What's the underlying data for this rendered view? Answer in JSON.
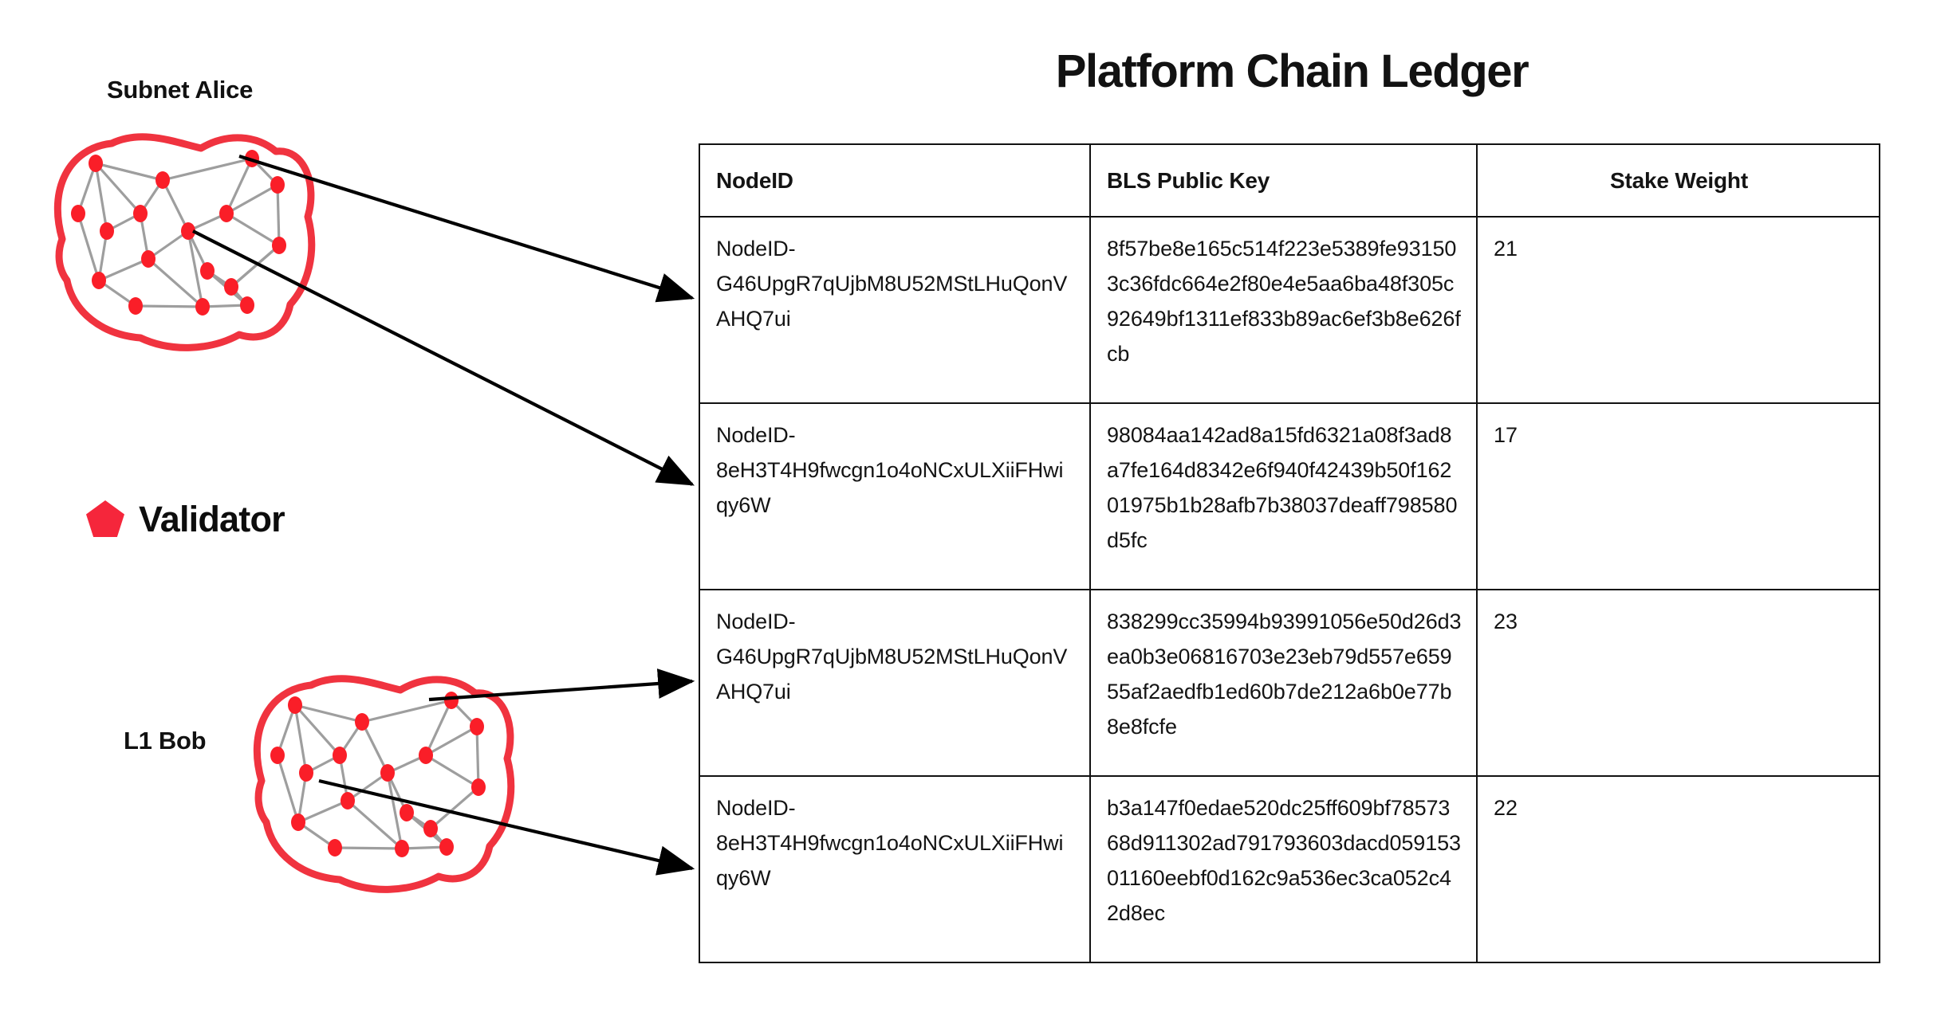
{
  "title": "Platform Chain Ledger",
  "diagram": {
    "subnet_label": "Subnet Alice",
    "l1_label": "L1 Bob",
    "legend": {
      "icon": "pentagon-icon",
      "label": "Validator"
    },
    "colors": {
      "blob_outline": "#F0333F",
      "node_fill": "#FA1E28",
      "edge": "#9E9E9E",
      "arrow": "#000000"
    },
    "node_count_per_group": 17,
    "groups": [
      {
        "name": "Subnet Alice",
        "arrows_to_rows": [
          1,
          2
        ]
      },
      {
        "name": "L1 Bob",
        "arrows_to_rows": [
          3,
          4
        ]
      }
    ]
  },
  "table": {
    "columns": [
      "NodeID",
      "BLS Public Key",
      "Stake Weight"
    ],
    "rows": [
      {
        "node_id": "NodeID-G46UpgR7qUjbM8U52MStLHuQonVAHQ7ui",
        "bls_public_key": "8f57be8e165c514f223e5389fe931503c36fdc664e2f80e4e5aa6ba48f305c92649bf1311ef833b89ac6ef3b8e626fcb",
        "stake_weight": "21"
      },
      {
        "node_id": "NodeID-8eH3T4H9fwcgn1o4oNCxULXiiFHwiqy6W",
        "bls_public_key": "98084aa142ad8a15fd6321a08f3ad8a7fe164d8342e6f940f42439b50f16201975b1b28afb7b38037deaff798580d5fc",
        "stake_weight": "17"
      },
      {
        "node_id": "NodeID-G46UpgR7qUjbM8U52MStLHuQonVAHQ7ui",
        "bls_public_key": "838299cc35994b93991056e50d26d3ea0b3e06816703e23eb79d557e65955af2aedfb1ed60b7de212a6b0e77b8e8fcfe",
        "stake_weight": "23"
      },
      {
        "node_id": "NodeID-8eH3T4H9fwcgn1o4oNCxULXiiFHwiqy6W",
        "bls_public_key": "b3a147f0edae520dc25ff609bf7857368d911302ad791793603dacd05915301160eebf0d162c9a536ec3ca052c42d8ec",
        "stake_weight": "22"
      }
    ]
  }
}
